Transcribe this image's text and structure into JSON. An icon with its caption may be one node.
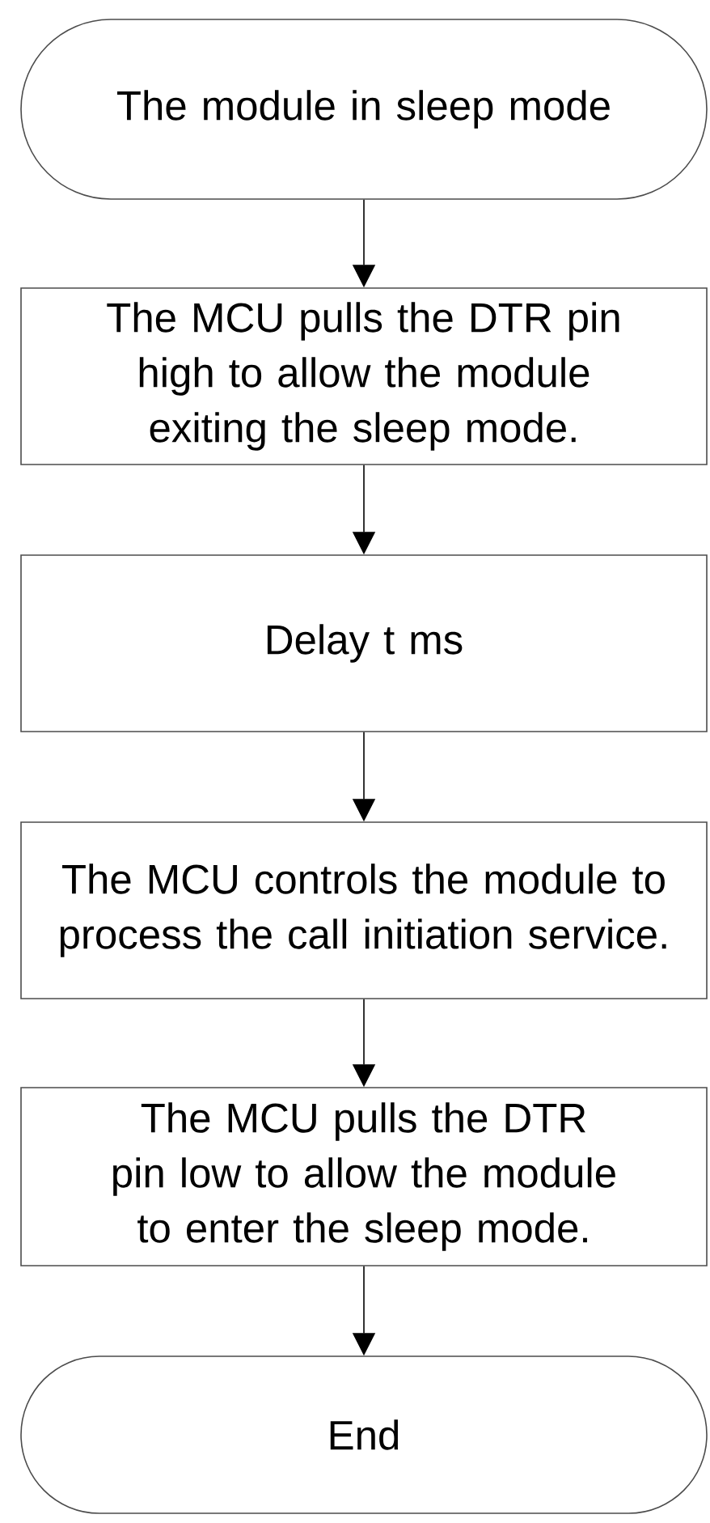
{
  "diagram": {
    "nodes": [
      {
        "text": [
          "The module in sleep mode"
        ]
      },
      {
        "text": [
          "The MCU pulls the DTR pin high to allow the module exiting the sleep mode."
        ]
      },
      {
        "text": [
          "Delay t ms"
        ]
      },
      {
        "text": [
          "The MCU controls the module to process the call initiation service."
        ]
      },
      {
        "text": [
          "The MCU pulls the DTR pin low to allow the module to enter the sleep mode."
        ]
      },
      {
        "text": [
          "End"
        ]
      }
    ],
    "edges": [
      {
        "from": 0,
        "to": 1,
        "arrow": "to"
      },
      {
        "from": 1,
        "to": 2,
        "arrow": "to"
      },
      {
        "from": 2,
        "to": 3,
        "arrow": "to"
      },
      {
        "from": 3,
        "to": 4,
        "arrow": "to"
      },
      {
        "from": 4,
        "to": 5,
        "arrow": "to"
      }
    ]
  }
}
